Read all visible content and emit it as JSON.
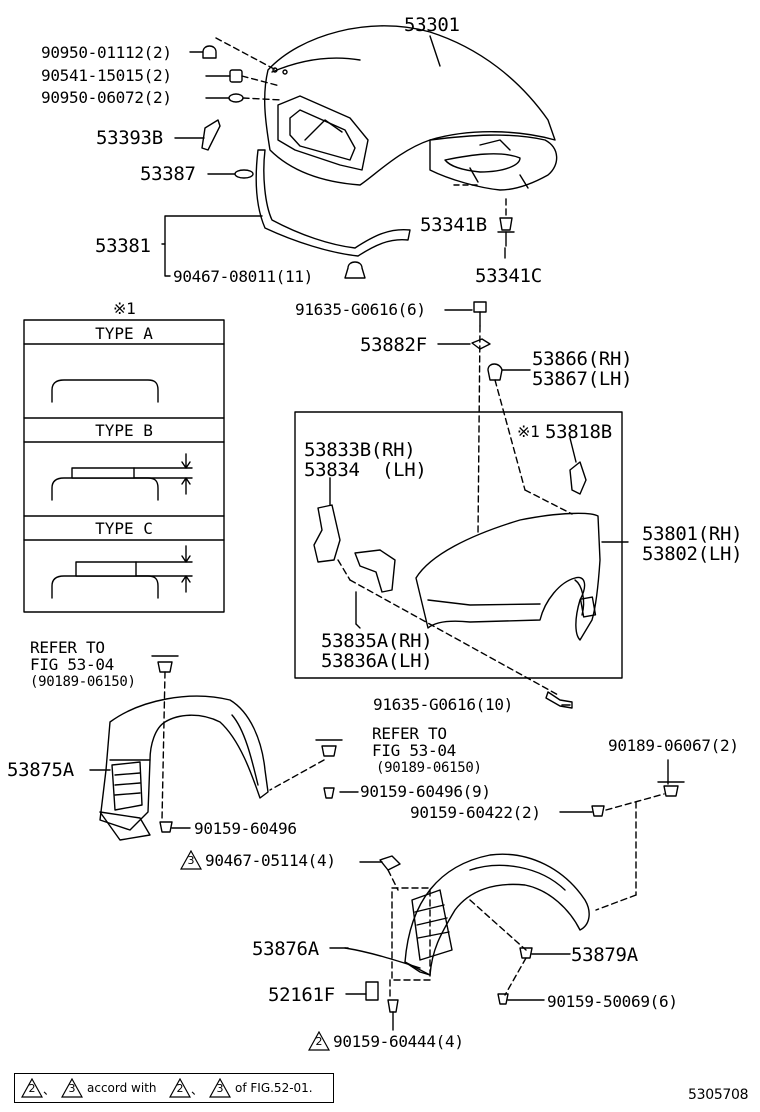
{
  "labels": {
    "p53301": "53301",
    "p90950_01112": "90950-01112(2)",
    "p90541_15015": "90541-15015(2)",
    "p90950_06072": "90950-06072(2)",
    "p53393B": "53393B",
    "p53387": "53387",
    "p53381": "53381",
    "p90467_08011": "90467-08011(11)",
    "p53341B": "53341B",
    "p53341C": "53341C",
    "p91635_g0616_6": "91635-G0616(6)",
    "p53882F": "53882F",
    "p53866": "53866(RH)",
    "p53867": "53867(LH)",
    "p53833B": "53833B(RH)",
    "p53834": "53834  (LH)",
    "note_mark": "※1",
    "p53818B": "53818B",
    "p53801": "53801(RH)",
    "p53802": "53802(LH)",
    "p53835A": "53835A(RH)",
    "p53836A": "53836A(LH)",
    "p91635_g0616_10": "91635-G0616(10)",
    "refer1_a": "REFER TO",
    "refer1_b": "FIG 53-04",
    "refer1_c": "(90189-06150)",
    "refer2_a": "REFER TO",
    "refer2_b": "FIG 53-04",
    "refer2_c": "(90189-06150)",
    "p90189_06067": "90189-06067(2)",
    "p53875A": "53875A",
    "p90159_60496_9": "90159-60496(9)",
    "p90159_60422": "90159-60422(2)",
    "p90159_60496": "90159-60496",
    "p90467_05114": "90467-05114(4)",
    "p53876A": "53876A",
    "p53879A": "53879A",
    "p52161F": "52161F",
    "p90159_50069": "90159-50069(6)",
    "p90159_60444": "90159-60444(4)",
    "fig_no": "5305708"
  },
  "types": {
    "note": "※1",
    "a": "TYPE  A",
    "b": "TYPE  B",
    "c": "TYPE  C"
  },
  "triangles": {
    "t2": "2",
    "t3": "3"
  },
  "legend": {
    "dot1": "、",
    "mid": "accord with",
    "dot2": "、",
    "end": "of FIG.52-01."
  }
}
